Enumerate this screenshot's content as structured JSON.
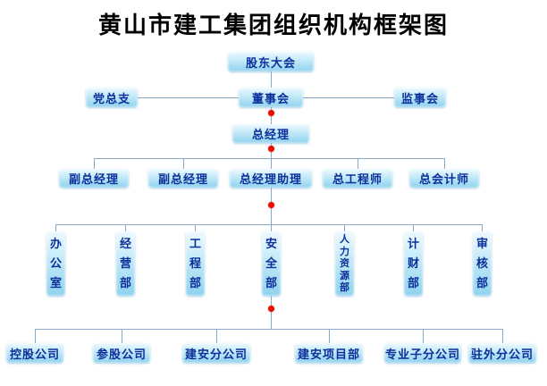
{
  "title": "黄山市建工集团组织机构框架图",
  "org": {
    "root": "股东大会",
    "row2": {
      "party": "党总支",
      "board": "董事会",
      "supervisory": "监事会"
    },
    "gm": "总经理",
    "executives": [
      "副总经理",
      "副总经理",
      "总经理助理",
      "总工程师",
      "总会计师"
    ],
    "departments": [
      "办公室",
      "经营部",
      "工程部",
      "安全部",
      "人力资源部",
      "计财部",
      "审核部"
    ],
    "bottom": [
      "控股公司",
      "参股公司",
      "建安分公司",
      "建安项目部",
      "专业子分公司",
      "驻外分公司"
    ]
  },
  "colors": {
    "title_text": "#000000",
    "node_fill_top": "#eefaff",
    "node_fill_mid": "#c2e9f8",
    "node_fill_bottom": "#8fd2ee",
    "node_text": "#0b2f9b",
    "connector": "#8aa8c8",
    "junction_dot": "#f20c00"
  }
}
